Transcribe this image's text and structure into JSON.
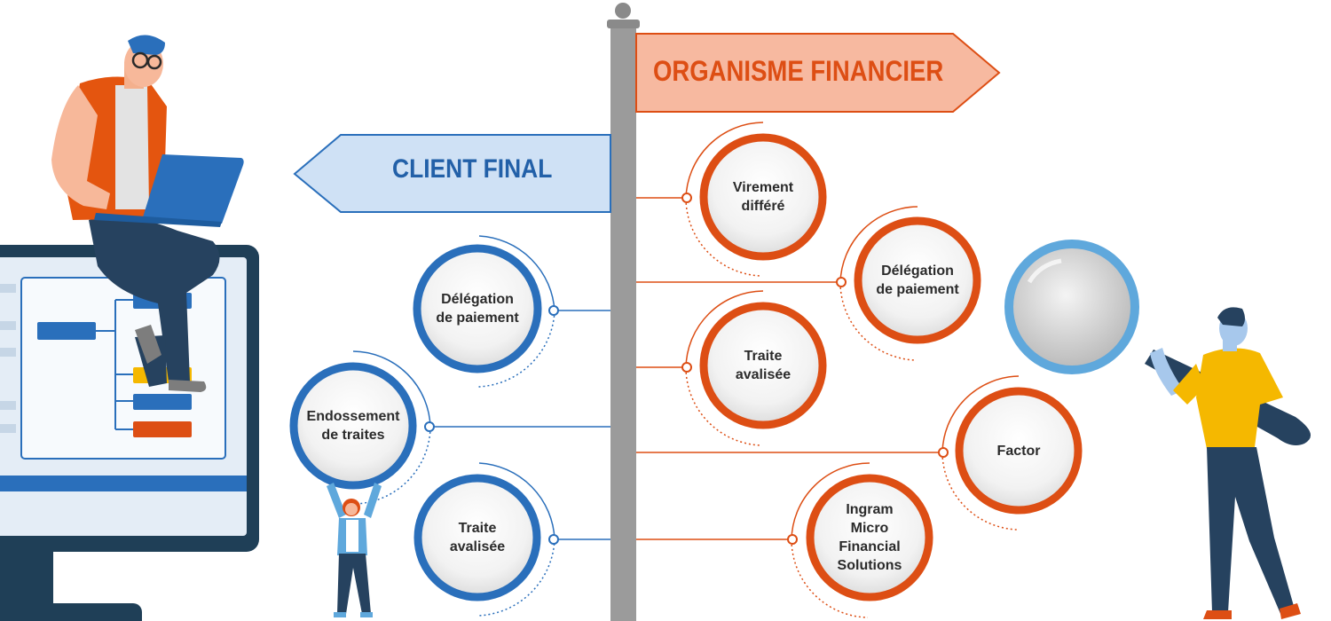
{
  "signs": {
    "client": "CLIENT FINAL",
    "organisme": "ORGANISME FINANCIER"
  },
  "client_bubbles": [
    {
      "lines": [
        "Délégation",
        "de paiement"
      ]
    },
    {
      "lines": [
        "Endossement",
        "de traites"
      ]
    },
    {
      "lines": [
        "Traite",
        "avalisée"
      ]
    }
  ],
  "organisme_bubbles": [
    {
      "lines": [
        "Virement",
        "différé"
      ]
    },
    {
      "lines": [
        "Délégation",
        "de paiement"
      ]
    },
    {
      "lines": [
        "Traite",
        "avalisée"
      ]
    },
    {
      "lines": [
        "Factor"
      ]
    },
    {
      "lines": [
        "Ingram",
        "Micro",
        "Financial",
        "Solutions"
      ]
    }
  ],
  "colors": {
    "blue": "#2a6fbb",
    "orange": "#dd4e14",
    "pole": "#9b9b9b",
    "client_sign_fill": "#cfe1f5",
    "organisme_sign_fill": "#f7b9a0"
  }
}
